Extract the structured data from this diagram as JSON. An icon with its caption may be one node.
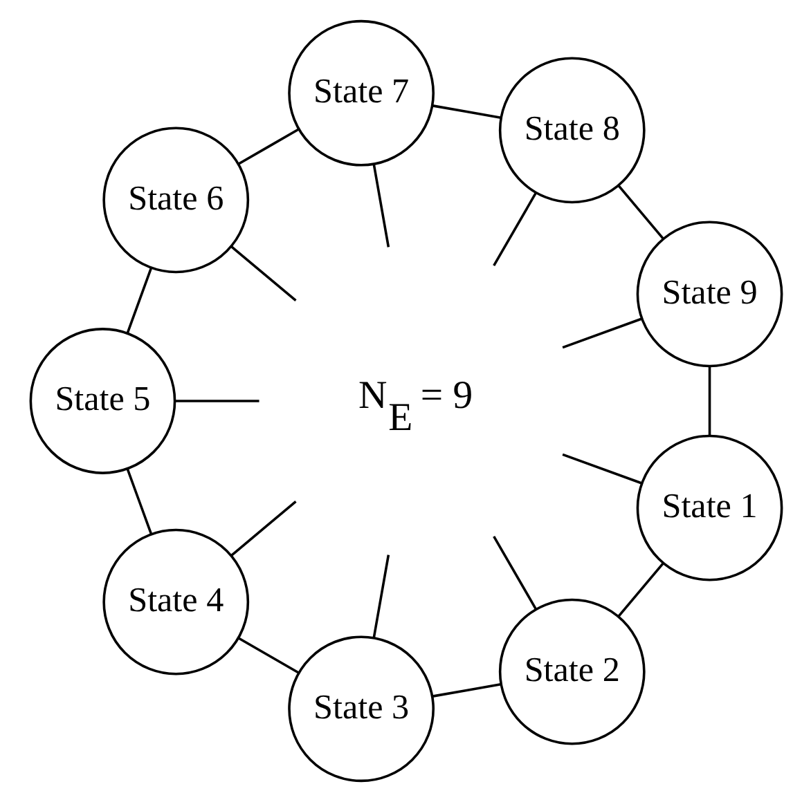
{
  "diagram": {
    "nodes": [
      {
        "text": [
          "State 1"
        ]
      },
      {
        "text": [
          "State 2"
        ]
      },
      {
        "text": [
          "State 3"
        ]
      },
      {
        "text": [
          "State 4"
        ]
      },
      {
        "text": [
          "State 5"
        ]
      },
      {
        "text": [
          "State 6"
        ]
      },
      {
        "text": [
          "State 7"
        ]
      },
      {
        "text": [
          "State 8"
        ]
      },
      {
        "text": [
          "State 9"
        ]
      }
    ],
    "edges": [
      {
        "from": 0,
        "to": 1,
        "arrow": "none"
      },
      {
        "from": 1,
        "to": 2,
        "arrow": "none"
      },
      {
        "from": 2,
        "to": 3,
        "arrow": "none"
      },
      {
        "from": 3,
        "to": 4,
        "arrow": "none"
      },
      {
        "from": 4,
        "to": 5,
        "arrow": "none"
      },
      {
        "from": 5,
        "to": 6,
        "arrow": "none"
      },
      {
        "from": 6,
        "to": 7,
        "arrow": "none"
      },
      {
        "from": 7,
        "to": 8,
        "arrow": "none"
      },
      {
        "from": 8,
        "to": 0,
        "arrow": "none"
      },
      {
        "from": 0,
        "to": null,
        "arrow": "none"
      },
      {
        "from": 1,
        "to": null,
        "arrow": "none"
      },
      {
        "from": 2,
        "to": null,
        "arrow": "none"
      },
      {
        "from": 3,
        "to": null,
        "arrow": "none"
      },
      {
        "from": 4,
        "to": null,
        "arrow": "none"
      },
      {
        "from": 5,
        "to": null,
        "arrow": "none"
      },
      {
        "from": 6,
        "to": null,
        "arrow": "none"
      },
      {
        "from": 7,
        "to": null,
        "arrow": "none"
      },
      {
        "from": 8,
        "to": null,
        "arrow": "none"
      }
    ],
    "labels": [
      "N$_{E}$ = 9"
    ]
  }
}
